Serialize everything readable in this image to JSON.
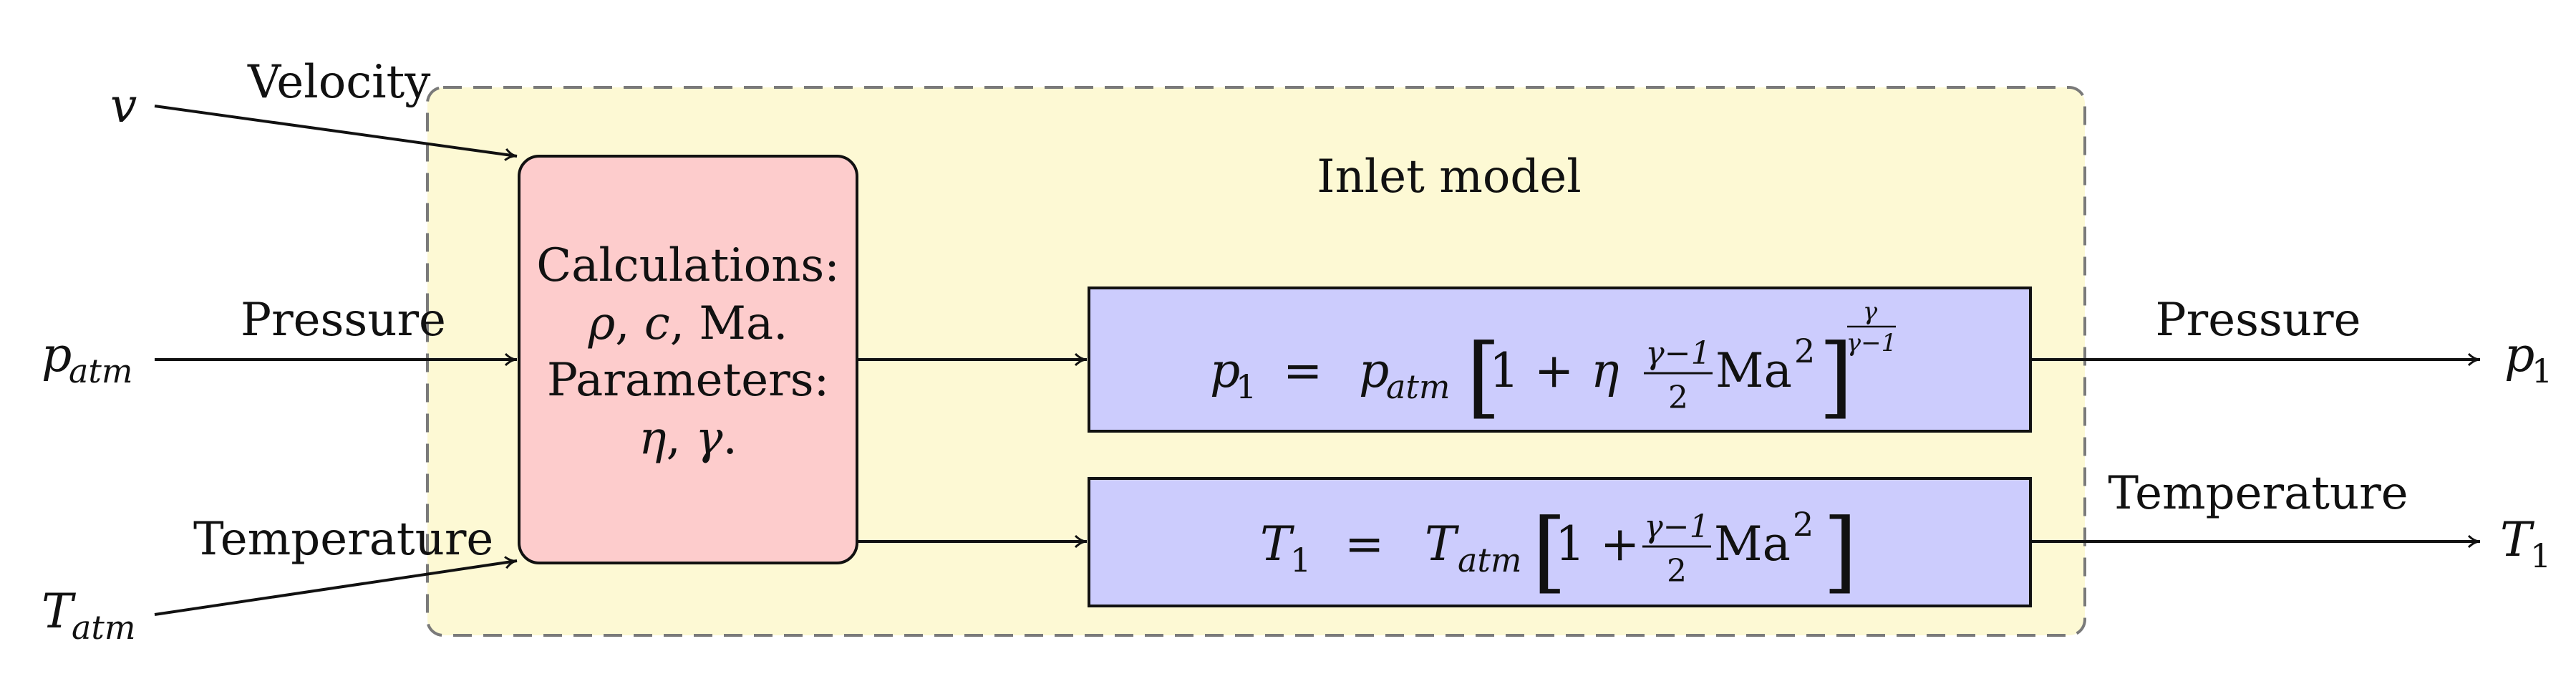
{
  "region": {
    "title": "Inlet model",
    "fill_color": "#fdf9d4",
    "border_color": "#7a7a7a"
  },
  "calc_block": {
    "line1": "Calculations:",
    "line2_sym1": "ρ",
    "line2_sep1": ",",
    "line2_sym2": "c",
    "line2_sep2": ",",
    "line2_text": "Ma.",
    "line3": "Parameters:",
    "line4_sym1": "η",
    "line4_sep": ",",
    "line4_sym2": "γ",
    "line4_end": ".",
    "fill_color": "#fdcccc"
  },
  "inputs": {
    "velocity": {
      "symbol": "v",
      "label": "Velocity"
    },
    "pressure": {
      "symbol": "p",
      "subscript": "atm",
      "label": "Pressure"
    },
    "temperature": {
      "symbol": "T",
      "subscript": "atm",
      "label": "Temperature"
    }
  },
  "pressure_eq": {
    "lhs": "p",
    "lhs_sub": "1",
    "eq": "=",
    "rhs": "p",
    "rhs_sub": "atm",
    "lbracket": "[",
    "rbracket": "]",
    "one_plus": "1 +",
    "eta": "η",
    "frac_num": "γ−1",
    "frac_den": "2",
    "ma": "Ma",
    "ma_exp": "2",
    "exp_num": "γ",
    "exp_den": "γ−1",
    "fill_color": "#ccccfd"
  },
  "temperature_eq": {
    "lhs": "T",
    "lhs_sub": "1",
    "eq": "=",
    "rhs": "T",
    "rhs_sub": "atm",
    "lbracket": "[",
    "rbracket": "]",
    "one_plus": "1 +",
    "frac_num": "γ−1",
    "frac_den": "2",
    "ma": "Ma",
    "ma_exp": "2",
    "fill_color": "#ccccfd"
  },
  "outputs": {
    "pressure": {
      "label": "Pressure",
      "symbol": "p",
      "subscript": "1"
    },
    "temperature": {
      "label": "Temperature",
      "symbol": "T",
      "subscript": "1"
    }
  }
}
